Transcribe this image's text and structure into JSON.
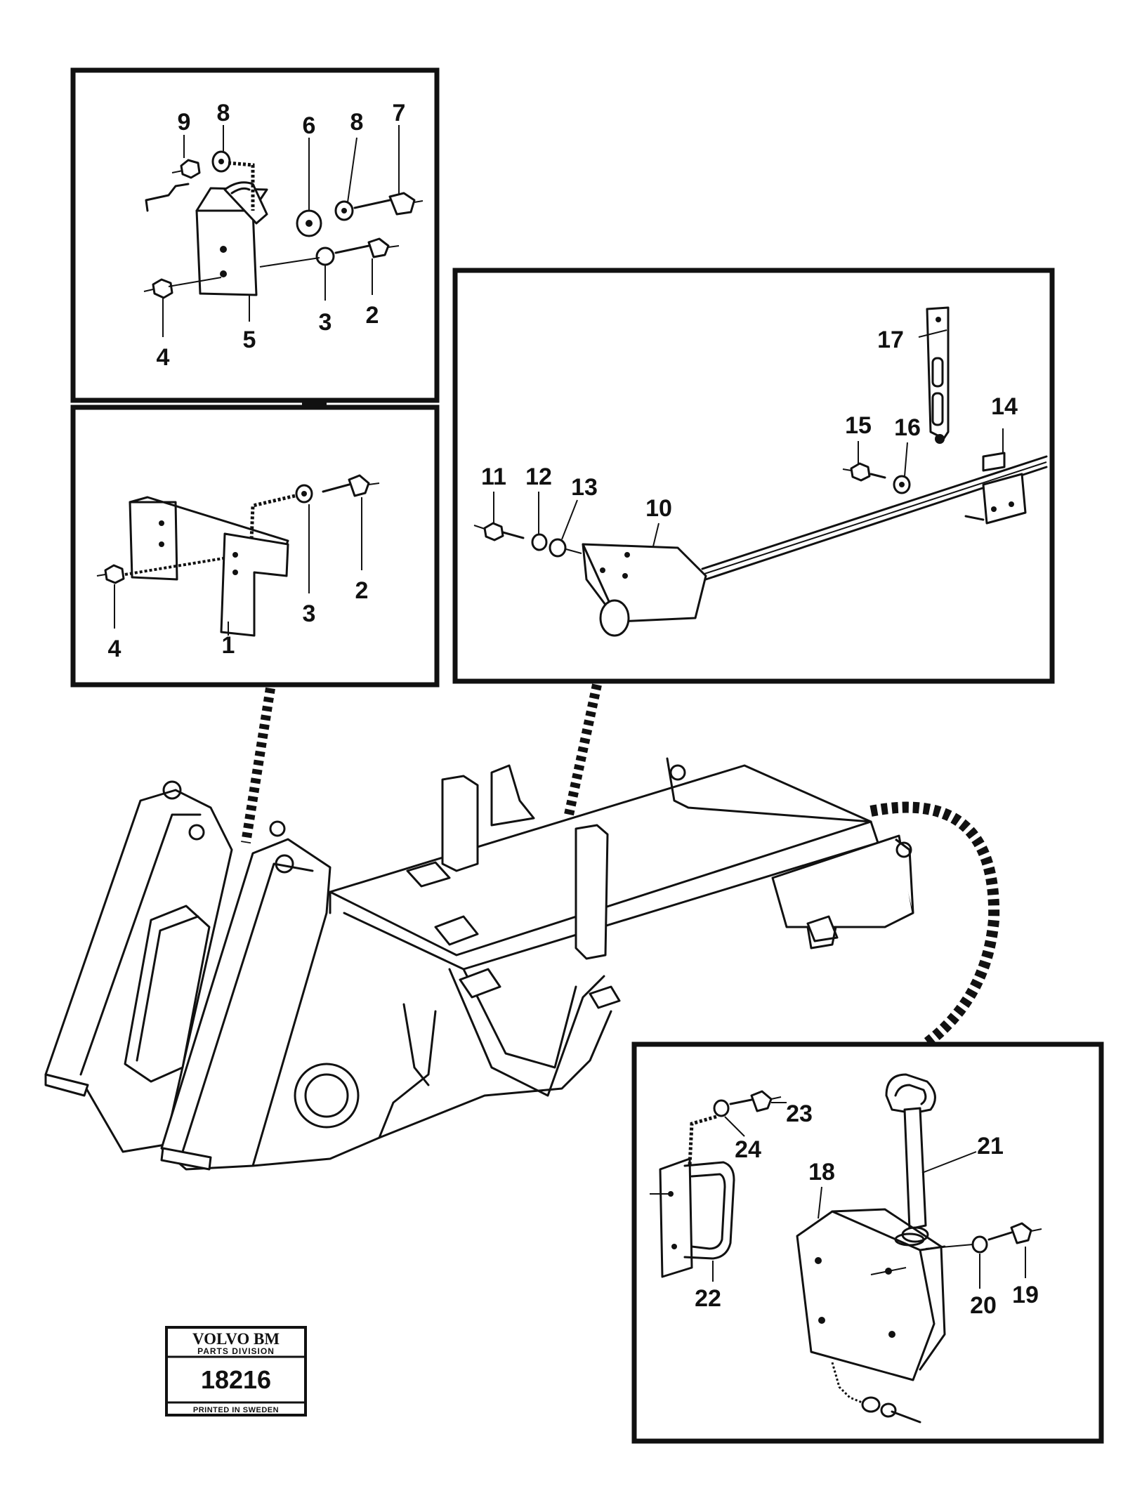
{
  "panels": {
    "top_left": {
      "callouts": [
        "9",
        "8",
        "6",
        "8",
        "7",
        "3",
        "2",
        "4",
        "5"
      ]
    },
    "mid_left": {
      "callouts": [
        "3",
        "2",
        "4",
        "1"
      ]
    },
    "mid_right": {
      "callouts": [
        "17",
        "15",
        "16",
        "14",
        "11",
        "12",
        "13",
        "10"
      ]
    },
    "bottom_right": {
      "callouts": [
        "23",
        "24",
        "21",
        "18",
        "19",
        "20",
        "22"
      ]
    }
  },
  "stamp": {
    "brand": "VOLVO BM",
    "division": "PARTS DIVISION",
    "number": "18216",
    "printed": "PRINTED IN SWEDEN"
  }
}
